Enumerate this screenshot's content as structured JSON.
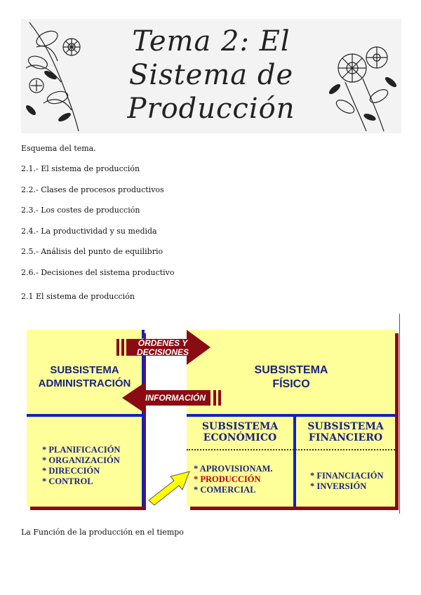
{
  "banner": {
    "title_lines": [
      "Tema 2: El",
      "Sistema de",
      "Producción"
    ]
  },
  "outline": {
    "heading": "Esquema del tema.",
    "items": [
      "2.1.- El sistema de producción",
      "2.2.- Clases de procesos productivos",
      "2.3.- Los costes de producción",
      "2.4.- La productividad y su medida",
      "2.5.- Análisis del punto de equilibrio",
      "2.6.- Decisiones del sistema productivo"
    ],
    "section_heading": "2.1 El sistema de producción",
    "caption": "La Función de la producción en el tiempo"
  },
  "diagram": {
    "admin_title": [
      "SUBSISTEMA",
      "ADMINISTRACIÓN"
    ],
    "fisico_title": [
      "SUBSISTEMA",
      "FÍSICO"
    ],
    "economico_title": [
      "SUBSISTEMA",
      "ECONÓMICO"
    ],
    "financiero_title": [
      "SUBSISTEMA",
      "FINANCIERO"
    ],
    "arrow_ordenes": [
      "ÓRDENES Y",
      "DECISIONES"
    ],
    "arrow_informacion": "INFORMACIÓN",
    "admin_list": [
      "* PLANIFICACIÓN",
      "* ORGANIZACIÓN",
      "* DIRECCIÓN",
      "* CONTROL"
    ],
    "economico_list": [
      "* APROVISIONAM.",
      "* PRODUCCIÓN",
      "* COMERCIAL"
    ],
    "financiero_list": [
      "* FINANCIACIÓN",
      "* INVERSIÓN"
    ],
    "colors": {
      "box_fill": "#ffff99",
      "shadow_red": "#8b0b13",
      "blue_line": "#1020c8",
      "text_blue": "#1a237e",
      "highlight_red": "#c00000",
      "pointer_yellow": "#ffff00"
    }
  }
}
